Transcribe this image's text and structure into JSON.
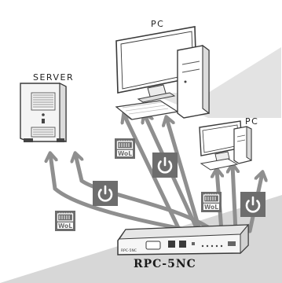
{
  "labels": {
    "server": "SERVER",
    "pc_main": "PC",
    "pc_small": "PC",
    "device": "RPC-5NC",
    "device_faceplate": "RPC-5NC",
    "wol_badge": "WoL"
  },
  "icons": {
    "power": "power-icon",
    "wol": "network-card-wol-icon"
  },
  "colors": {
    "arrow": "#8f8f8f",
    "badge_bg": "#6d6d6d",
    "badge_fg": "#ffffff",
    "background_light": "#ffffff",
    "background_shade": "#d7d7d7",
    "outline": "#3a3a3a"
  }
}
